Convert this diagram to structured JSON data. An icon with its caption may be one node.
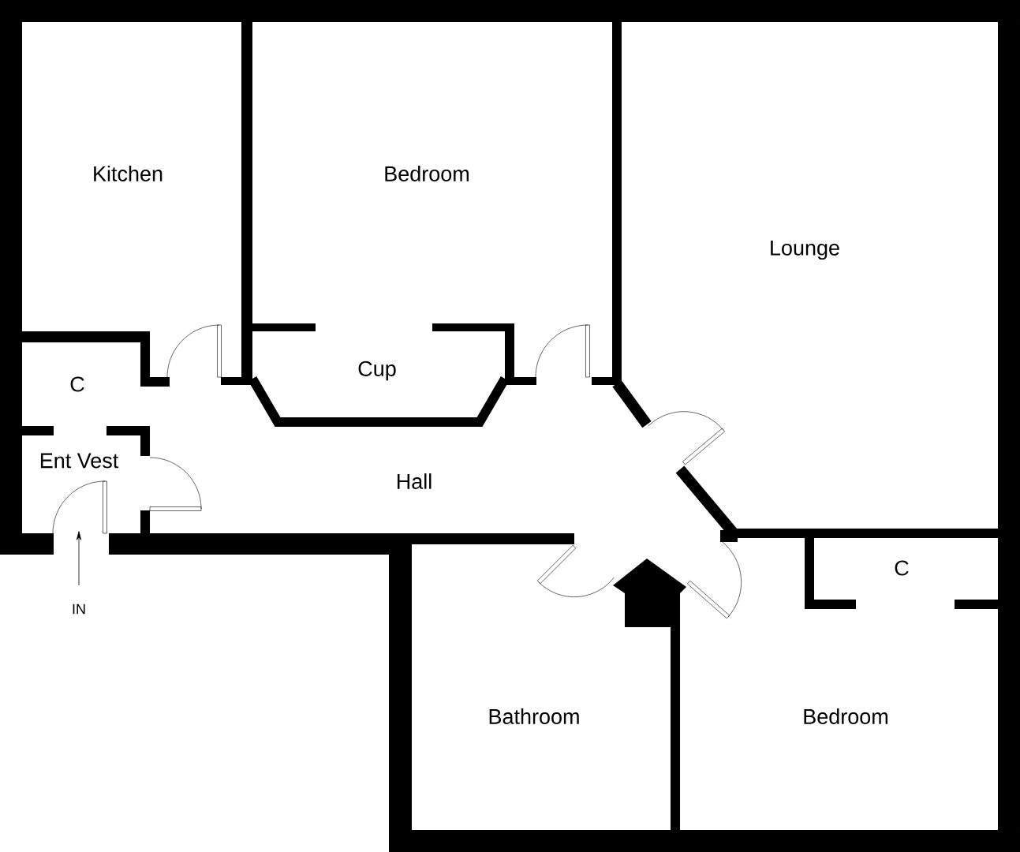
{
  "diagram": {
    "labels": [
      "Kitchen",
      "Bedroom",
      "Lounge",
      "Cup",
      "C",
      "Ent Vest",
      "Hall",
      "C",
      "IN",
      "Bathroom",
      "Bedroom"
    ]
  }
}
